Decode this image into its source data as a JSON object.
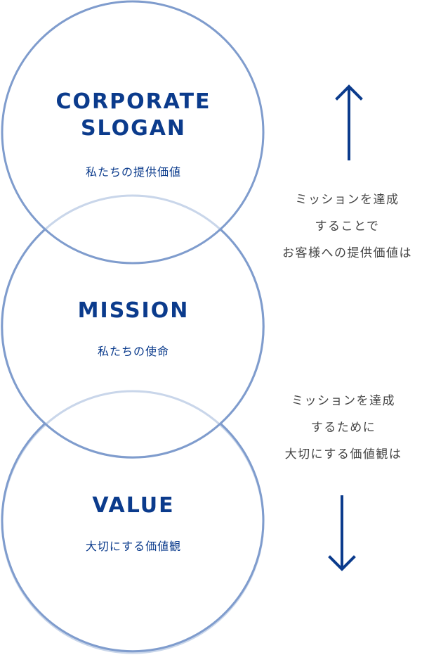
{
  "circles": {
    "slogan": {
      "title": "CORPORATE\nSLOGAN",
      "subtitle": "私たちの提供価値"
    },
    "mission": {
      "title": "MISSION",
      "subtitle": "私たちの使命"
    },
    "value": {
      "title": "VALUE",
      "subtitle": "大切にする価値観"
    }
  },
  "notes": {
    "upper": {
      "lines": [
        "ミッションを達成",
        "することで",
        "お客様への提供価値は"
      ]
    },
    "lower": {
      "lines": [
        "ミッションを達成",
        "するために",
        "大切にする価値観は"
      ]
    }
  },
  "arrows": {
    "upper": {
      "direction": "up"
    },
    "lower": {
      "direction": "down"
    }
  },
  "colors": {
    "circle_stroke": "#7f9ccd",
    "overlap_arc": "#c9d6ea",
    "title_text": "#0b3b8c",
    "arrow": "#0b3b8c",
    "note_text": "#444444"
  }
}
